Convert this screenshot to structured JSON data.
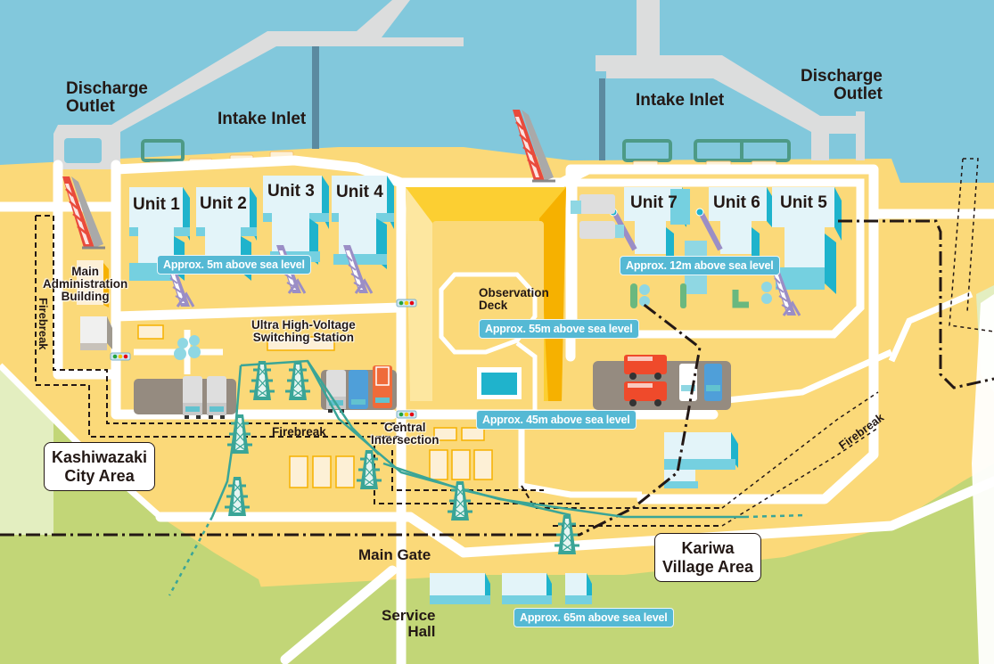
{
  "map": {
    "title": "Kashiwazaki-Kariwa Site Map",
    "colors": {
      "sea": "#82c8dc",
      "land": "#fbd979",
      "green": "#c2d677",
      "road": "#ffffff",
      "pier": "#dcdddd",
      "building_light": "#e3f4f9",
      "building_side": "#1fb3cc",
      "elevation_badge": "#55b9d4",
      "transmission_tower": "#3aa597",
      "unit_tower": "#9b8ec6",
      "exhaust_stack": "#e94b3c",
      "deck_yellow": "#fccf32",
      "deck_orange": "#f6b100"
    },
    "labels": {
      "discharge_outlet_left": "Discharge\nOutlet",
      "intake_inlet_left": "Intake Inlet",
      "intake_inlet_right": "Intake Inlet",
      "discharge_outlet_right": "Discharge\nOutlet",
      "main_admin_building": "Main\nAdministration\nBuilding",
      "firebreak_left": "Firebreak",
      "firebreak_center": "Firebreak",
      "firebreak_right": "Firebreak",
      "switching_station": "Ultra High-Voltage\nSwitching Station",
      "observation_deck": "Observation\nDeck",
      "central_intersection": "Central\nIntersection",
      "main_gate": "Main Gate",
      "service_hall": "Service\nHall"
    },
    "units": [
      "Unit 1",
      "Unit 2",
      "Unit 3",
      "Unit 4",
      "Unit 7",
      "Unit 6",
      "Unit 5"
    ],
    "elevations": {
      "units_1_4": "Approx. 5m above sea level",
      "units_5_7": "Approx. 12m above sea level",
      "observation_deck": "Approx. 55m above sea level",
      "central_plateau": "Approx. 45m above sea level",
      "service_hall": "Approx. 65m above sea level"
    },
    "areas": {
      "kashiwazaki": "Kashiwazaki\nCity Area",
      "kariwa": "Kariwa\nVillage Area"
    },
    "legend_icons": [
      "traffic-light-icon",
      "transmission-tower-icon",
      "exhaust-stack-icon",
      "fire-truck-icon",
      "truck-icon"
    ]
  }
}
